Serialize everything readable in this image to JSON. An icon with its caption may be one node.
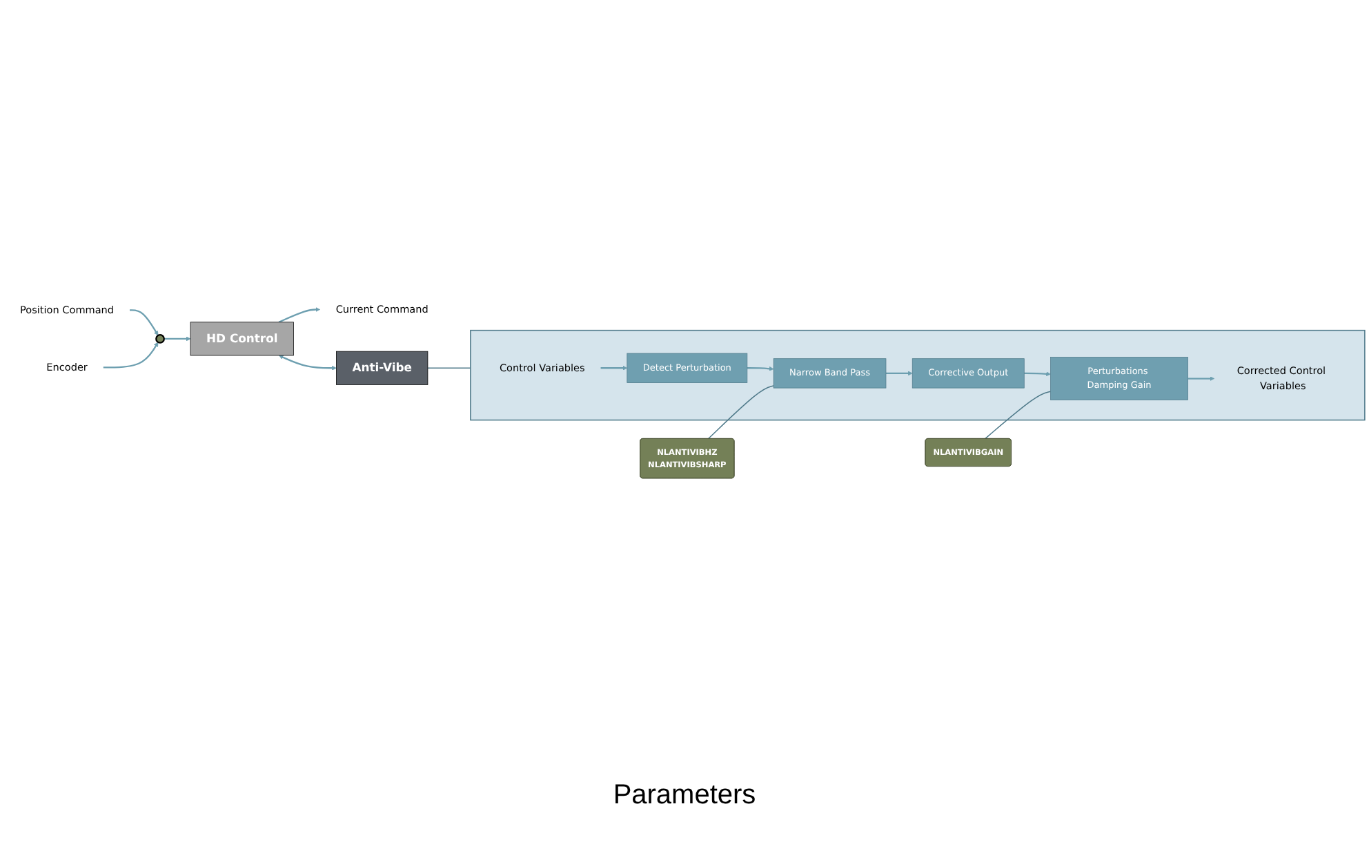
{
  "diagram": {
    "nodes": [
      {
        "text": [
          "Position Command"
        ]
      },
      {
        "text": [],
        "shape": "circle"
      },
      {
        "text": [
          "Encoder"
        ]
      },
      {
        "text": [
          "HD Control"
        ]
      },
      {
        "text": [
          "Current Command"
        ]
      },
      {
        "text": [
          "Anti-Vibe"
        ]
      },
      {
        "text": [],
        "shape": "box"
      },
      {
        "text": [
          "Control Variables"
        ],
        "in": 6
      },
      {
        "text": [
          "Detect Perturbation"
        ],
        "in": 6
      },
      {
        "text": [
          "Narrow Band Pass"
        ],
        "in": 6
      },
      {
        "text": [
          "Corrective Output"
        ],
        "in": 6
      },
      {
        "text": [
          "Perturbations Damping Gain"
        ],
        "in": 6
      },
      {
        "text": [
          "Corrected Control Variables"
        ],
        "in": 6
      },
      {
        "text": [
          "NLANTIVIBHZ",
          "NLANTIVIBSHARP"
        ]
      },
      {
        "text": [
          "NLANTIVIBGAIN"
        ]
      }
    ],
    "edges": [
      {
        "from": 0,
        "to": 1,
        "arrow": "to"
      },
      {
        "from": 2,
        "to": 1,
        "arrow": "to"
      },
      {
        "from": 1,
        "to": 3,
        "arrow": "to"
      },
      {
        "from": 3,
        "to": 4,
        "arrow": "to"
      },
      {
        "from": 3,
        "to": 5,
        "arrow": "both"
      },
      {
        "from": 5,
        "to": 6,
        "arrow": "none"
      },
      {
        "from": 7,
        "to": 8,
        "arrow": "to"
      },
      {
        "from": 8,
        "to": 9,
        "arrow": "to"
      },
      {
        "from": 9,
        "to": 10,
        "arrow": "to"
      },
      {
        "from": 10,
        "to": 11,
        "arrow": "to"
      },
      {
        "from": 11,
        "to": 12,
        "arrow": "to"
      },
      {
        "from": 13,
        "to": 9,
        "arrow": "none"
      },
      {
        "from": 14,
        "to": 11,
        "arrow": "none"
      }
    ],
    "labels": [
      "Parameters"
    ]
  }
}
